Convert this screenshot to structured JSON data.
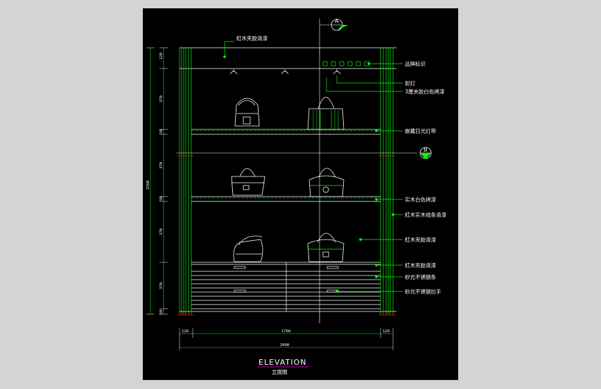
{
  "callouts": {
    "top_panel": "紅木夾胶清漆",
    "brand_logo": "品牌标识",
    "spot_light": "射灯",
    "glass_back": "3厘夹胶白色烤漆",
    "hidden_light": "嵌藏日光灯带",
    "solid_white": "实木白色烤漆",
    "side_trim": "紅木实木线条清漆",
    "mid_panel": "紅木夾胶清漆",
    "drawer_front": "紅木夾胶清漆",
    "steel_strip": "砂光不锈钢条",
    "steel_handle": "砂光不锈钢拉手"
  },
  "section_markers": {
    "top": "A",
    "side": "B"
  },
  "dimensions": {
    "vertical": [
      "120",
      "370",
      "50",
      "370",
      "50",
      "370",
      "370",
      "50"
    ],
    "overall_height": "2360",
    "bottom_left": "120",
    "bottom_middle": "1760",
    "bottom_right": "120",
    "overall_width": "2000"
  },
  "title": {
    "main": "ELEVATION",
    "sub": "立面图"
  },
  "colors": {
    "green": "#00ff00",
    "white": "#ffffff",
    "red": "#ff0000",
    "magenta": "#ff00ff",
    "background": "#000000",
    "frame": "#d4d4d4"
  }
}
